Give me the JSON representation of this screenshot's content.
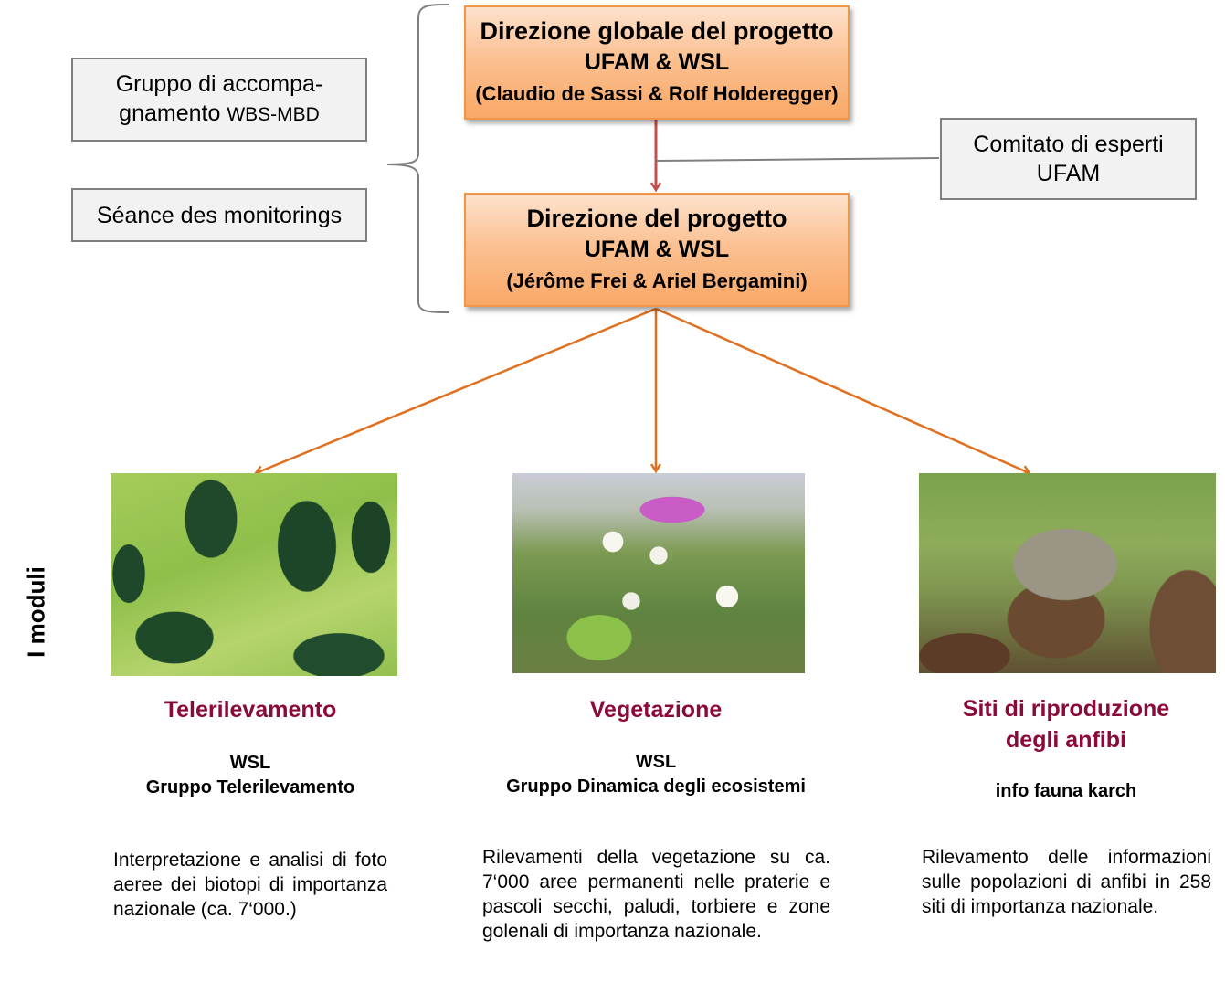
{
  "left_boxes": {
    "group_line1": "Gruppo di accompa-",
    "group_line2_main": "gnamento",
    "group_line2_small": "WBS-MBD",
    "seance": "Séance des monitorings"
  },
  "top_box": {
    "title": "Direzione globale del progetto",
    "org": "UFAM & WSL",
    "people": "(Claudio de Sassi & Rolf Holderegger)"
  },
  "project_box": {
    "title": "Direzione del progetto",
    "org": "UFAM & WSL",
    "people": "(Jérôme Frei & Ariel Bergamini)"
  },
  "expert_box": {
    "line1": "Comitato di esperti",
    "line2": "UFAM"
  },
  "side_label": "I moduli",
  "modules": [
    {
      "title_lines": [
        "Telerilevamento"
      ],
      "org_lines": [
        "WSL",
        "Gruppo Telerilevamento"
      ],
      "description": "Interpretazione e analisi di foto aeree dei biotopi di importanza nazionale (ca. 7‘000.)",
      "image": "aerial-photo"
    },
    {
      "title_lines": [
        "Vegetazione"
      ],
      "org_lines": [
        "WSL",
        "Gruppo Dinamica degli ecosistemi"
      ],
      "description": "Rilevamenti della vegetazione su ca. 7‘000 aree permanenti nelle praterie e pascoli secchi, paludi, torbiere e zone golenali di importanza nazionale.",
      "image": "flower-meadow-photo"
    },
    {
      "title_lines": [
        "Siti di riproduzione",
        "degli anfibi"
      ],
      "org_lines": [
        "info fauna karch"
      ],
      "description": "Rilevamento delle informazioni sulle popolazioni di anfibi in 258 siti di importanza nazionale.",
      "image": "toad-photo"
    }
  ],
  "colors": {
    "module_title": "#8b0a3a",
    "arrow_orange": "#e07020",
    "arrow_red": "#c0504d",
    "box_border_gray": "#7f7f7f",
    "box_fill_gray": "#f2f2f2",
    "box_border_orange": "#f0964a"
  }
}
